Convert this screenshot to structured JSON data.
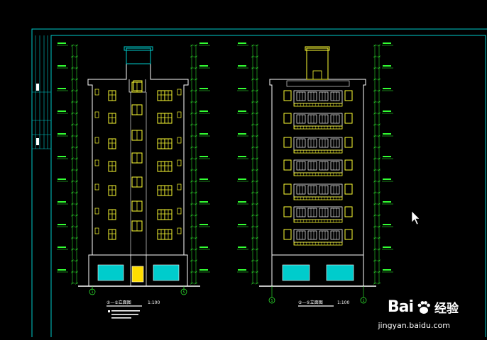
{
  "drawing": {
    "left_title": "①—⑤立面图",
    "left_scale": "1:100",
    "right_title": "⑤—①立面图",
    "right_scale": "1:100",
    "axis_labels": {
      "left_start": "1",
      "left_end": "5",
      "right_start": "5",
      "right_end": "1"
    }
  },
  "colors": {
    "frame": "#00cccc",
    "building": "#ffffff",
    "window": "#ffff33",
    "dimension": "#33ff33",
    "shop": "#00cccc"
  },
  "watermark": {
    "logo": "Bai",
    "logo_suffix": "经验",
    "url": "jingyan.baidu.com"
  }
}
